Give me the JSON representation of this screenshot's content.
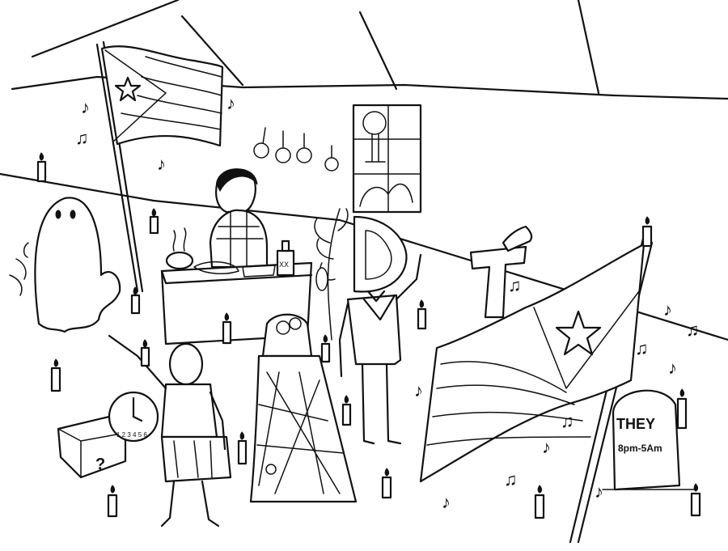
{
  "colors": {
    "ink": "#111111",
    "paper": "#ffffff"
  },
  "cube": {
    "mark": "?"
  },
  "clock": {
    "numerals": "1 2 3 4 5 6"
  },
  "letters": {
    "d_letter": "D",
    "t_letter": "T"
  },
  "bottle": {
    "label": "XX"
  },
  "tombstone": {
    "title": "THEY",
    "hours": "8pm-5Am"
  },
  "icons": {
    "music_note": "music-note-icon",
    "candle": "candle-icon",
    "star": "star-icon"
  }
}
